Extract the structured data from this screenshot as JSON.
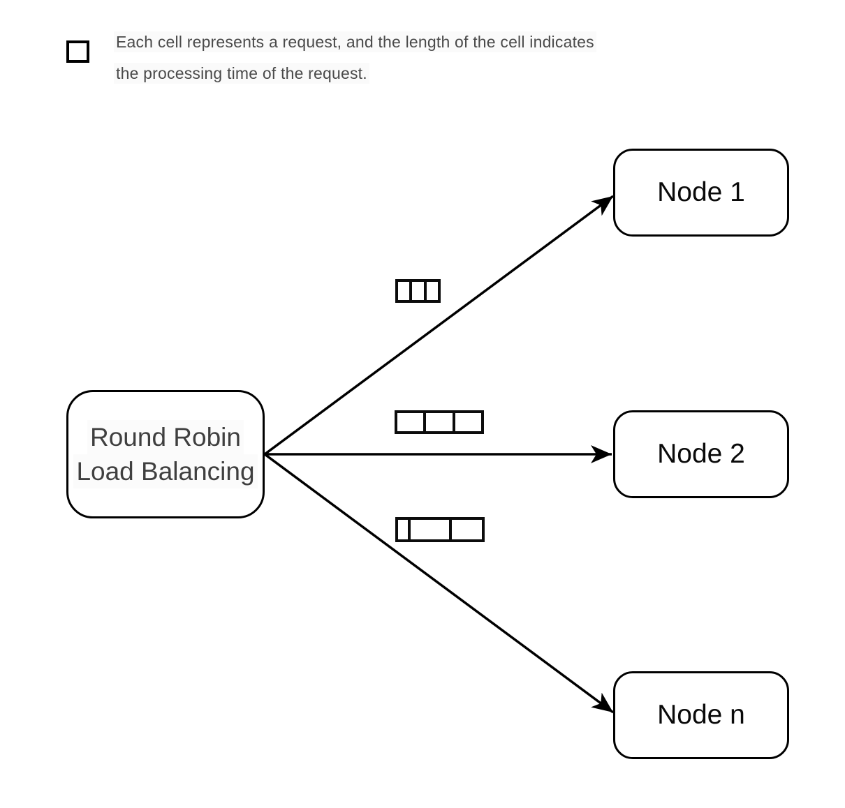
{
  "legend": {
    "icon": "cell-square-icon",
    "line1": "Each cell represents a request, and the length of the cell indicates",
    "line2": "the processing time of the request."
  },
  "balancer": {
    "label_line1": "Round Robin",
    "label_line2": "Load Balancing"
  },
  "nodes": [
    {
      "label": "Node 1"
    },
    {
      "label": "Node 2"
    },
    {
      "label": "Node n"
    }
  ],
  "request_groups": [
    {
      "target": "Node 1",
      "cells": [
        20,
        20,
        20
      ]
    },
    {
      "target": "Node 2",
      "cells": [
        41,
        41,
        41
      ]
    },
    {
      "target": "Node n",
      "cells": [
        15,
        58,
        45
      ]
    }
  ],
  "colors": {
    "stroke": "#000000",
    "balancer_text": "#3f3f3f",
    "node_text": "#0a0a0a",
    "legend_text": "#4a4a4a",
    "background": "#ffffff"
  }
}
